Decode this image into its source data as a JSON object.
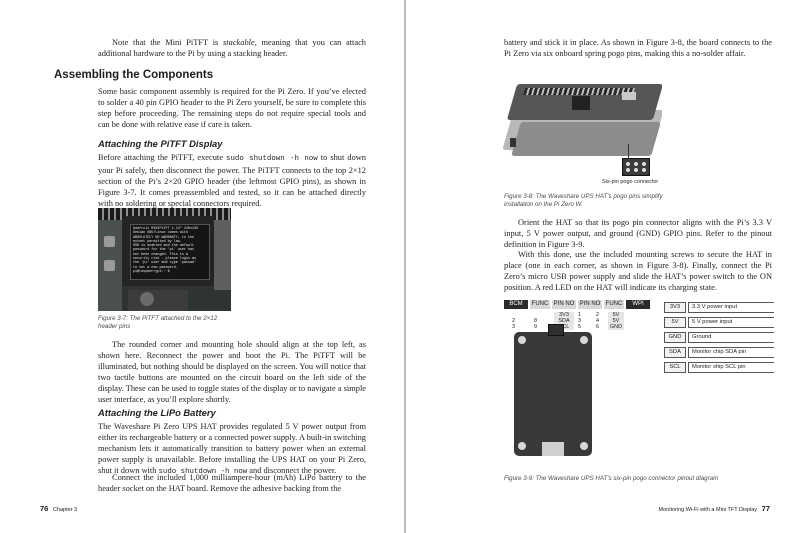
{
  "left_page": {
    "intro_before": "Note that the Mini PiTFT is ",
    "intro_emph": "stackable",
    "intro_after": ", meaning that you can attach additional hardware to the Pi by using a stacking header.",
    "section_heading": "Assembling the Components",
    "section_para": "Some basic component assembly is required for the Pi Zero. If you’ve elected to solder a 40 pin GPIO header to the Pi Zero yourself, be sure to complete this step before proceeding. The remaining steps do not require special tools and can be done with relative ease if care is taken.",
    "sub1_heading": "Attaching the PiTFT Display",
    "sub1_para_before": "Before attaching the PiTFT, execute ",
    "sub1_cmd": "sudo shutdown -h now",
    "sub1_para_after": " to shut down your Pi safely, then disconnect the power. The PiTFT connects to the top 2×12 section of the Pi’s 2×20 GPIO header (the leftmost GPIO pins), as shown in Figure 3-7. It comes preassembled and tested, so it can be attached directly with no soldering or special connectors required.",
    "figure7_caption": "Figure 3-7: The PiTFT attached to the 2×12 header pins",
    "figure7_screen_lines": [
      "Adafruit MINIPiTFT 1.14\" 240x135",
      "Debian GNU/Linux comes with",
      "ABSOLUTELY NO WARRANTY, to the",
      "extent permitted by law.",
      "SSH is enabled and the default",
      "password for the 'pi' user has",
      "not been changed. This is a",
      "security risk - please login as",
      "the 'pi' user and type 'passwd'",
      "to set a new password.",
      "pi@raspberrypi:~ $"
    ],
    "para_after_fig7": "The rounded corner and mounting hole should align at the top left, as shown here. Reconnect the power and boot the Pi. The PiTFT will be illuminated, but nothing should be displayed on the screen. You will notice that two tactile buttons are mounted on the circuit board on the left side of the display. These can be used to toggle states of the display or to navigate a simple user interface, as you’ll explore shortly.",
    "sub2_heading": "Attaching the LiPo Battery",
    "sub2_para_before": "The Waveshare Pi Zero UPS HAT provides regulated 5 V power output from either its rechargeable battery or a connected power supply. A built-in switching mechanism lets it automatically transition to battery power when an external power supply is unavailable. Before installing the UPS HAT on your Pi Zero, shut it down with ",
    "sub2_cmd": "sudo shutdown -h now",
    "sub2_para_after": " and disconnect the power.",
    "sub2_para2": "Connect the included 1,000 milliampere-hour (mAh) LiPo battery to the header socket on the HAT board. Remove the adhesive backing from the",
    "page_number": "76",
    "running_head": "Chapter 3"
  },
  "right_page": {
    "cont_para": "battery and stick it in place. As shown in Figure 3-8, the board connects to the Pi Zero via six onboard spring pogo pins, making this a no-solder affair.",
    "figure8_label": "Six-pin pogo connector",
    "figure8_caption": "Figure 3-8: The Waveshare UPS HAT’s pogo pins simplify installation on the Pi Zero W.",
    "para2": "Orient the HAT so that its pogo pin connector aligns with the Pi’s 3.3 V input, 5 V power output, and ground (GND) GPIO pins. Refer to the pinout definition in Figure 3-9.",
    "para3": "With this done, use the included mounting screws to secure the HAT in place (one in each corner, as shown in Figure 3-8). Finally, connect the Pi Zero’s micro USB power supply and slide the HAT’s power switch to the ON position. A red LED on the HAT will indicate its charging state.",
    "pinout_headers": [
      "BCM WPI",
      "FUNC",
      "PIN NO",
      "PIN NO",
      "FUNC",
      "WPI BCM"
    ],
    "pinout_rows": [
      [
        "",
        "",
        "3V3",
        "1",
        "2",
        "5V",
        "",
        ""
      ],
      [
        "2",
        "8",
        "SDA",
        "3",
        "4",
        "5V",
        "",
        ""
      ],
      [
        "3",
        "9",
        "SCL",
        "5",
        "6",
        "GND",
        "",
        ""
      ]
    ],
    "pin_legend": [
      {
        "pin": "3V3",
        "desc": "3.3 V power input"
      },
      {
        "pin": "5V",
        "desc": "5 V power input"
      },
      {
        "pin": "GND",
        "desc": "Ground"
      },
      {
        "pin": "SDA",
        "desc": "Monitor chip SDA pin"
      },
      {
        "pin": "SCL",
        "desc": "Monitor ship SCL pin"
      }
    ],
    "figure9_caption": "Figure 3-9: The Waveshare UPS HAT’s six-pin pogo connector pinout diagram",
    "running_head": "Monitoring Wi-Fi with a Mini TFT Display",
    "page_number": "77"
  }
}
